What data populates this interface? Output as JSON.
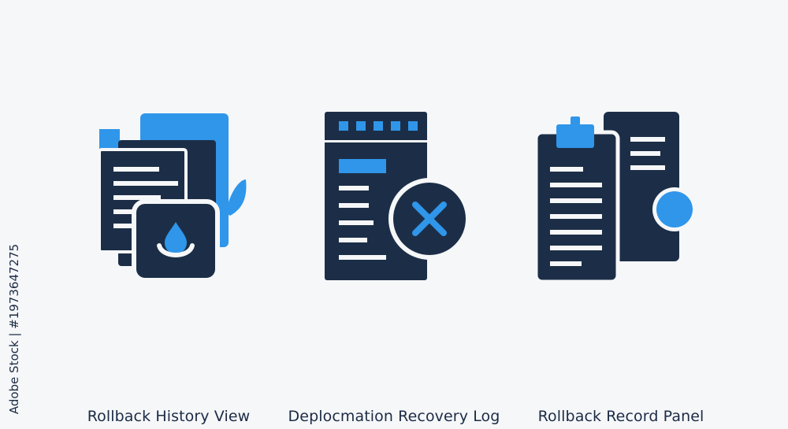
{
  "colors": {
    "navy": "#1c2e47",
    "blue": "#2f96ea",
    "background": "#f6f7f9",
    "text": "#1b2b45"
  },
  "icons": [
    {
      "caption": "Rollback History View",
      "icon": "document-stack-with-drop-icon"
    },
    {
      "caption": "Deplocmation Recovery Log",
      "icon": "log-document-with-x-icon"
    },
    {
      "caption": "Rollback Record Panel",
      "icon": "clipboard-with-panel-icon"
    }
  ],
  "watermark": {
    "text": "Adobe Stock | #1973647275"
  }
}
